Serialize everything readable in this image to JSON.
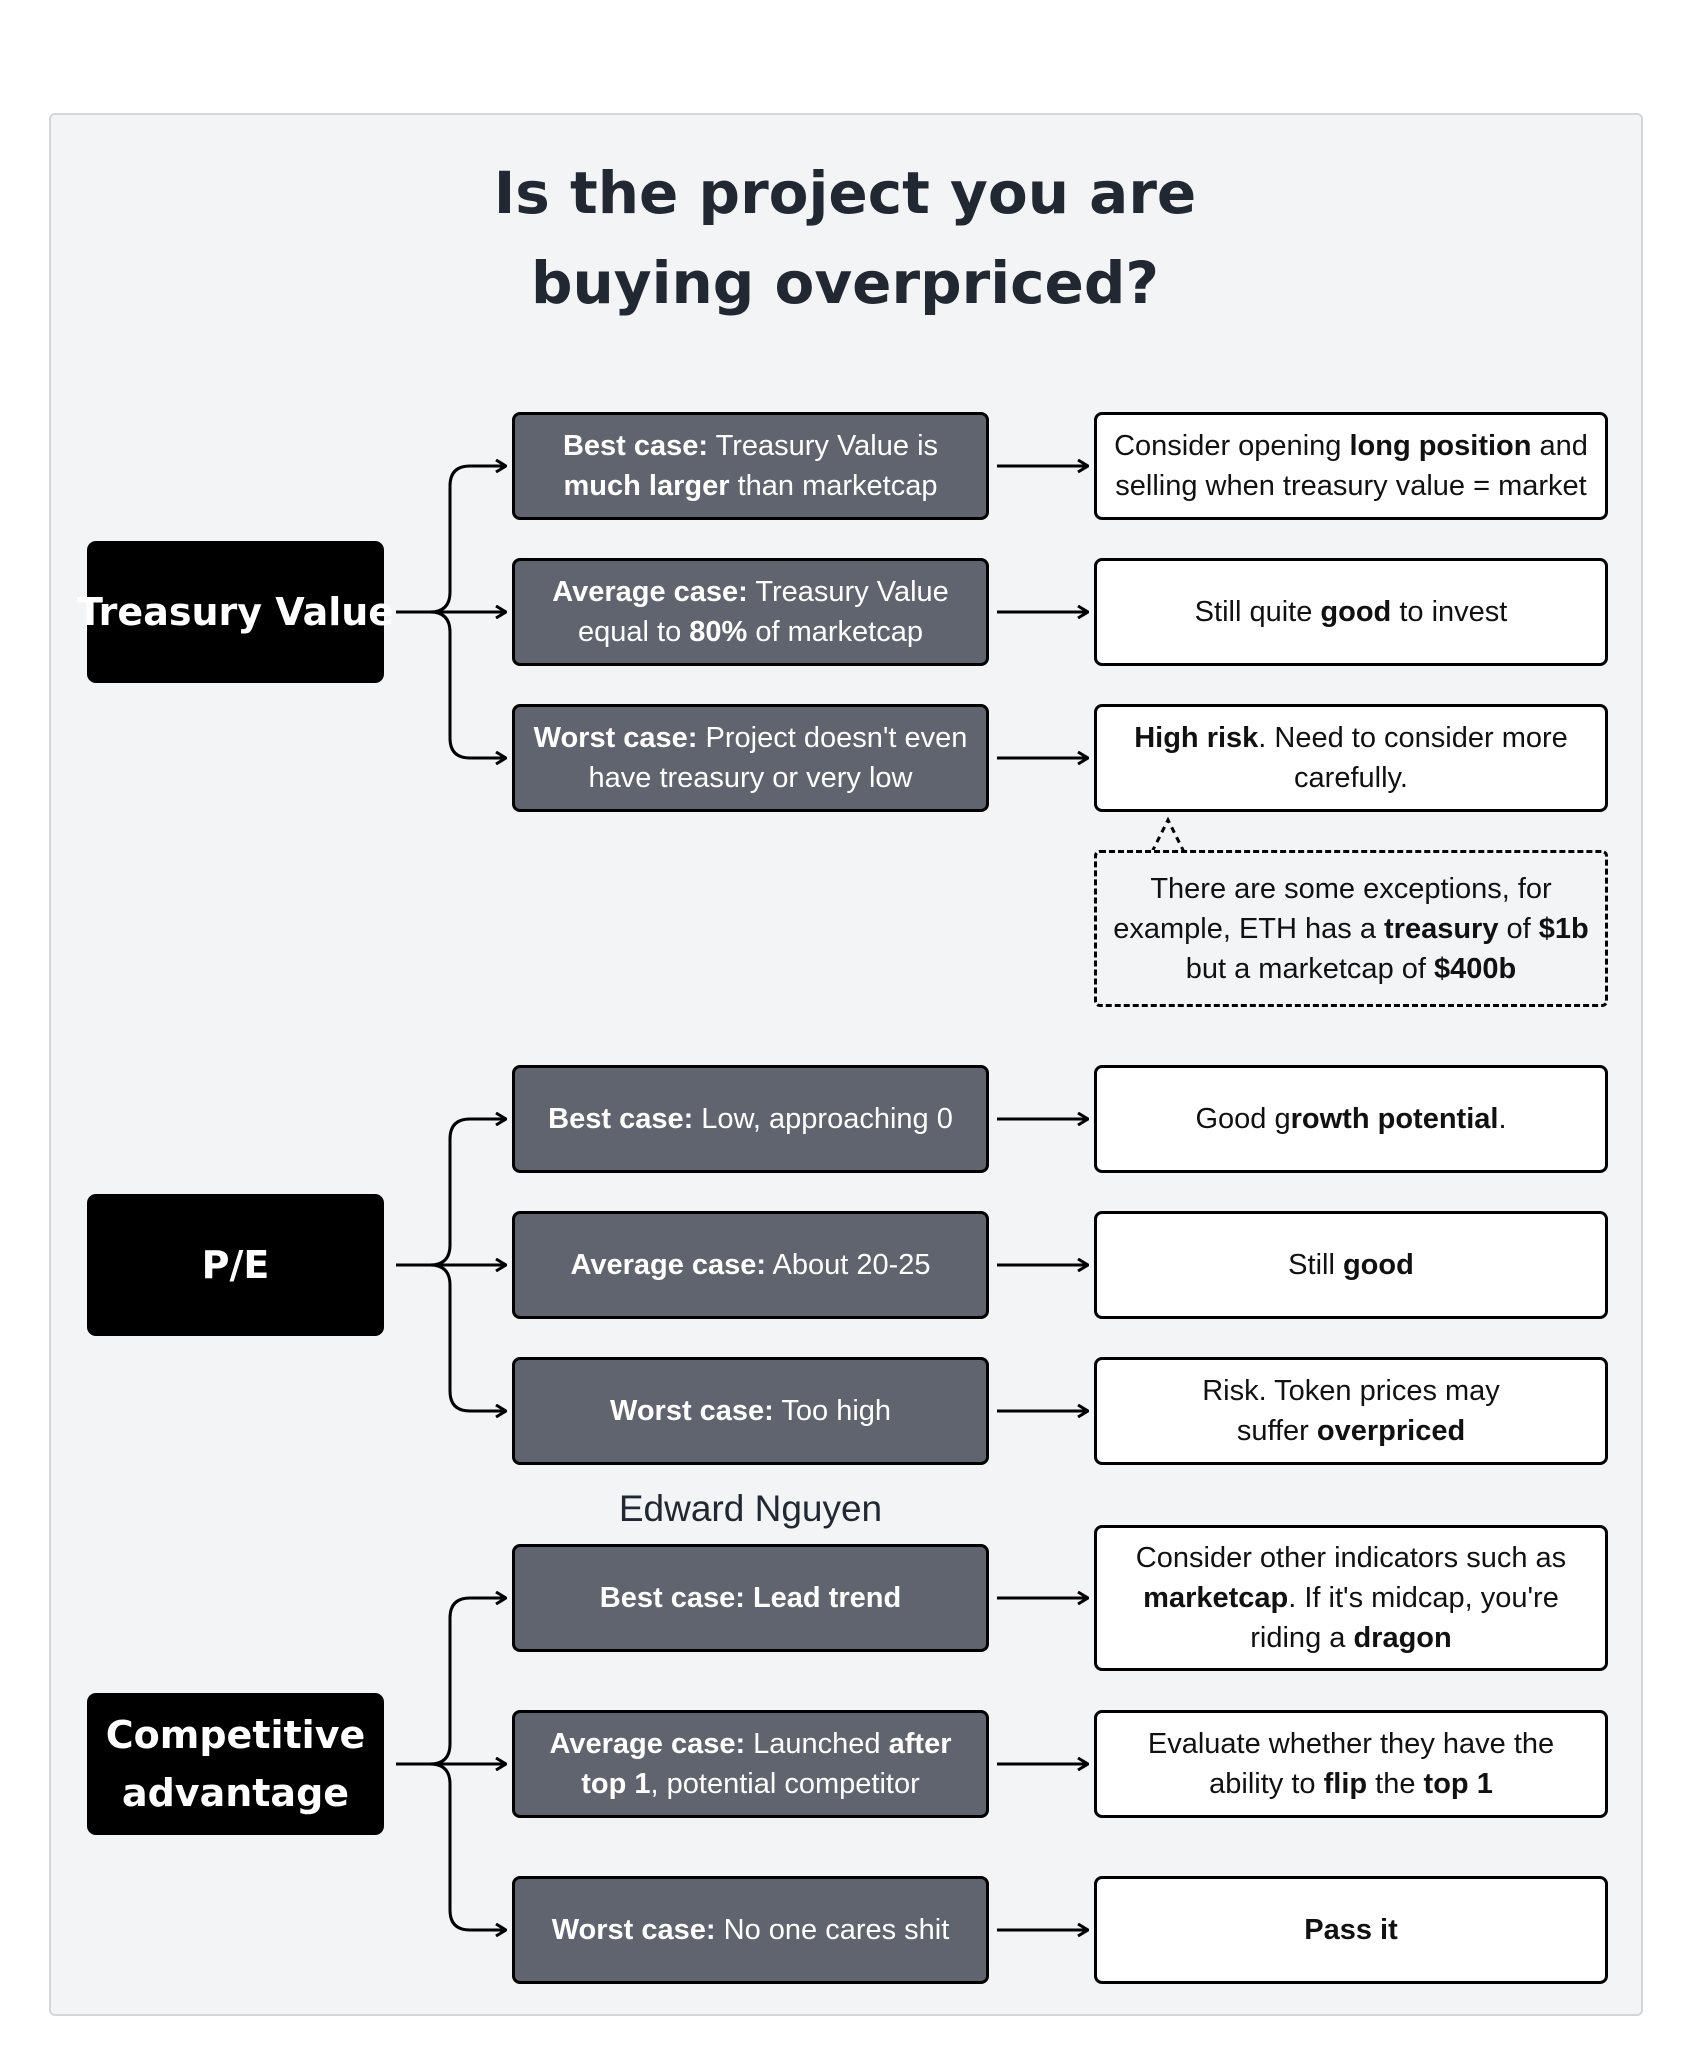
{
  "title": {
    "line1": "Is the project you are",
    "line2": "buying overpriced?"
  },
  "author": "Edward Nguyen",
  "groups": [
    {
      "category": {
        "line1": "Treasury Value",
        "line2": ""
      },
      "cases": [
        {
          "line1": [
            {
              "t": "Best case:",
              "b": true
            },
            {
              "t": " Treasury Value is",
              "b": false
            }
          ],
          "line2": [
            {
              "t": "much larger",
              "b": true
            },
            {
              "t": " than marketcap",
              "b": false
            }
          ]
        },
        {
          "line1": [
            {
              "t": "Average case:",
              "b": true
            },
            {
              "t": " Treasury Value",
              "b": false
            }
          ],
          "line2": [
            {
              "t": "equal to ",
              "b": false
            },
            {
              "t": "80%",
              "b": true
            },
            {
              "t": " of marketcap",
              "b": false
            }
          ]
        },
        {
          "line1": [
            {
              "t": "Worst case:",
              "b": true
            },
            {
              "t": " Project doesn't even",
              "b": false
            }
          ],
          "line2": [
            {
              "t": "have treasury or very low",
              "b": false
            }
          ]
        }
      ],
      "outcomes": [
        {
          "line1": [
            {
              "t": "Consider opening ",
              "b": false
            },
            {
              "t": "long position",
              "b": true
            },
            {
              "t": " and",
              "b": false
            }
          ],
          "line2": [
            {
              "t": "selling when treasury value = market",
              "b": false
            }
          ]
        },
        {
          "line1": [
            {
              "t": "Still quite ",
              "b": false
            },
            {
              "t": "good",
              "b": true
            },
            {
              "t": " to invest",
              "b": false
            }
          ]
        },
        {
          "line1": [
            {
              "t": "High risk",
              "b": true
            },
            {
              "t": ". Need to consider more",
              "b": false
            }
          ],
          "line2": [
            {
              "t": "carefully.",
              "b": false
            }
          ]
        }
      ],
      "note": {
        "line1": [
          {
            "t": "There are some exceptions, for",
            "b": false
          }
        ],
        "line2": [
          {
            "t": "example, ETH has a ",
            "b": false
          },
          {
            "t": "treasury",
            "b": true
          },
          {
            "t": " of ",
            "b": false
          },
          {
            "t": "$1b",
            "b": true
          }
        ],
        "line3": [
          {
            "t": "but a marketcap of ",
            "b": false
          },
          {
            "t": "$400b",
            "b": true
          }
        ]
      }
    },
    {
      "category": {
        "line1": "P/E",
        "line2": ""
      },
      "cases": [
        {
          "line1": [
            {
              "t": "Best case:",
              "b": true
            },
            {
              "t": " Low, approaching 0",
              "b": false
            }
          ]
        },
        {
          "line1": [
            {
              "t": "Average case:",
              "b": true
            },
            {
              "t": " About 20-25",
              "b": false
            }
          ]
        },
        {
          "line1": [
            {
              "t": "Worst case:",
              "b": true
            },
            {
              "t": " Too high",
              "b": false
            }
          ]
        }
      ],
      "outcomes": [
        {
          "line1": [
            {
              "t": "Good g",
              "b": false
            },
            {
              "t": "rowth potential",
              "b": true
            },
            {
              "t": ".",
              "b": false
            }
          ]
        },
        {
          "line1": [
            {
              "t": "Still ",
              "b": false
            },
            {
              "t": "good",
              "b": true
            }
          ]
        },
        {
          "line1": [
            {
              "t": "Risk. Token prices may",
              "b": false
            }
          ],
          "line2": [
            {
              "t": "suffer ",
              "b": false
            },
            {
              "t": "overpriced",
              "b": true
            }
          ]
        }
      ]
    },
    {
      "category": {
        "line1": "Competitive",
        "line2": "advantage"
      },
      "cases": [
        {
          "line1": [
            {
              "t": "Best case: Lead trend",
              "b": true
            }
          ]
        },
        {
          "line1": [
            {
              "t": "Average case:",
              "b": true
            },
            {
              "t": " Launched ",
              "b": false
            },
            {
              "t": "after",
              "b": true
            }
          ],
          "line2": [
            {
              "t": "top 1",
              "b": true
            },
            {
              "t": ", potential competitor",
              "b": false
            }
          ]
        },
        {
          "line1": [
            {
              "t": "Worst case:",
              "b": true
            },
            {
              "t": " No one cares shit",
              "b": false
            }
          ]
        }
      ],
      "outcomes": [
        {
          "line1": [
            {
              "t": "Consider other indicators such as",
              "b": false
            }
          ],
          "line2": [
            {
              "t": "marketcap",
              "b": true
            },
            {
              "t": ". If it's midcap, you're",
              "b": false
            }
          ],
          "line3": [
            {
              "t": "riding a ",
              "b": false
            },
            {
              "t": "dragon",
              "b": true
            }
          ]
        },
        {
          "line1": [
            {
              "t": "Evaluate whether they have the",
              "b": false
            }
          ],
          "line2": [
            {
              "t": "ability to ",
              "b": false
            },
            {
              "t": "flip",
              "b": true
            },
            {
              "t": " the ",
              "b": false
            },
            {
              "t": "top 1",
              "b": true
            }
          ]
        },
        {
          "line1": [
            {
              "t": "Pass it",
              "b": true
            }
          ]
        }
      ]
    }
  ]
}
